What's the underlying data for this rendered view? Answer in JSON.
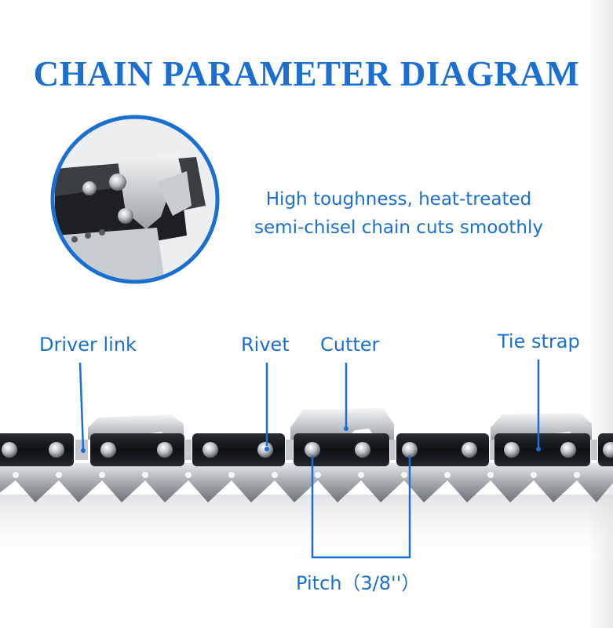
{
  "title": "CHAIN PARAMETER DIAGRAM",
  "tagline": {
    "line1": "High toughness, heat-treated",
    "line2": "semi-chisel chain cuts smoothly"
  },
  "labels": {
    "driver_link": "Driver link",
    "rivet": "Rivet",
    "cutter": "Cutter",
    "tie_strap": "Tie strap",
    "pitch": "Pitch（3/8''）"
  },
  "colors": {
    "accent": "#1a6fd1",
    "chain_dark": "#17191c",
    "chain_steel": "#9aa0a6"
  }
}
